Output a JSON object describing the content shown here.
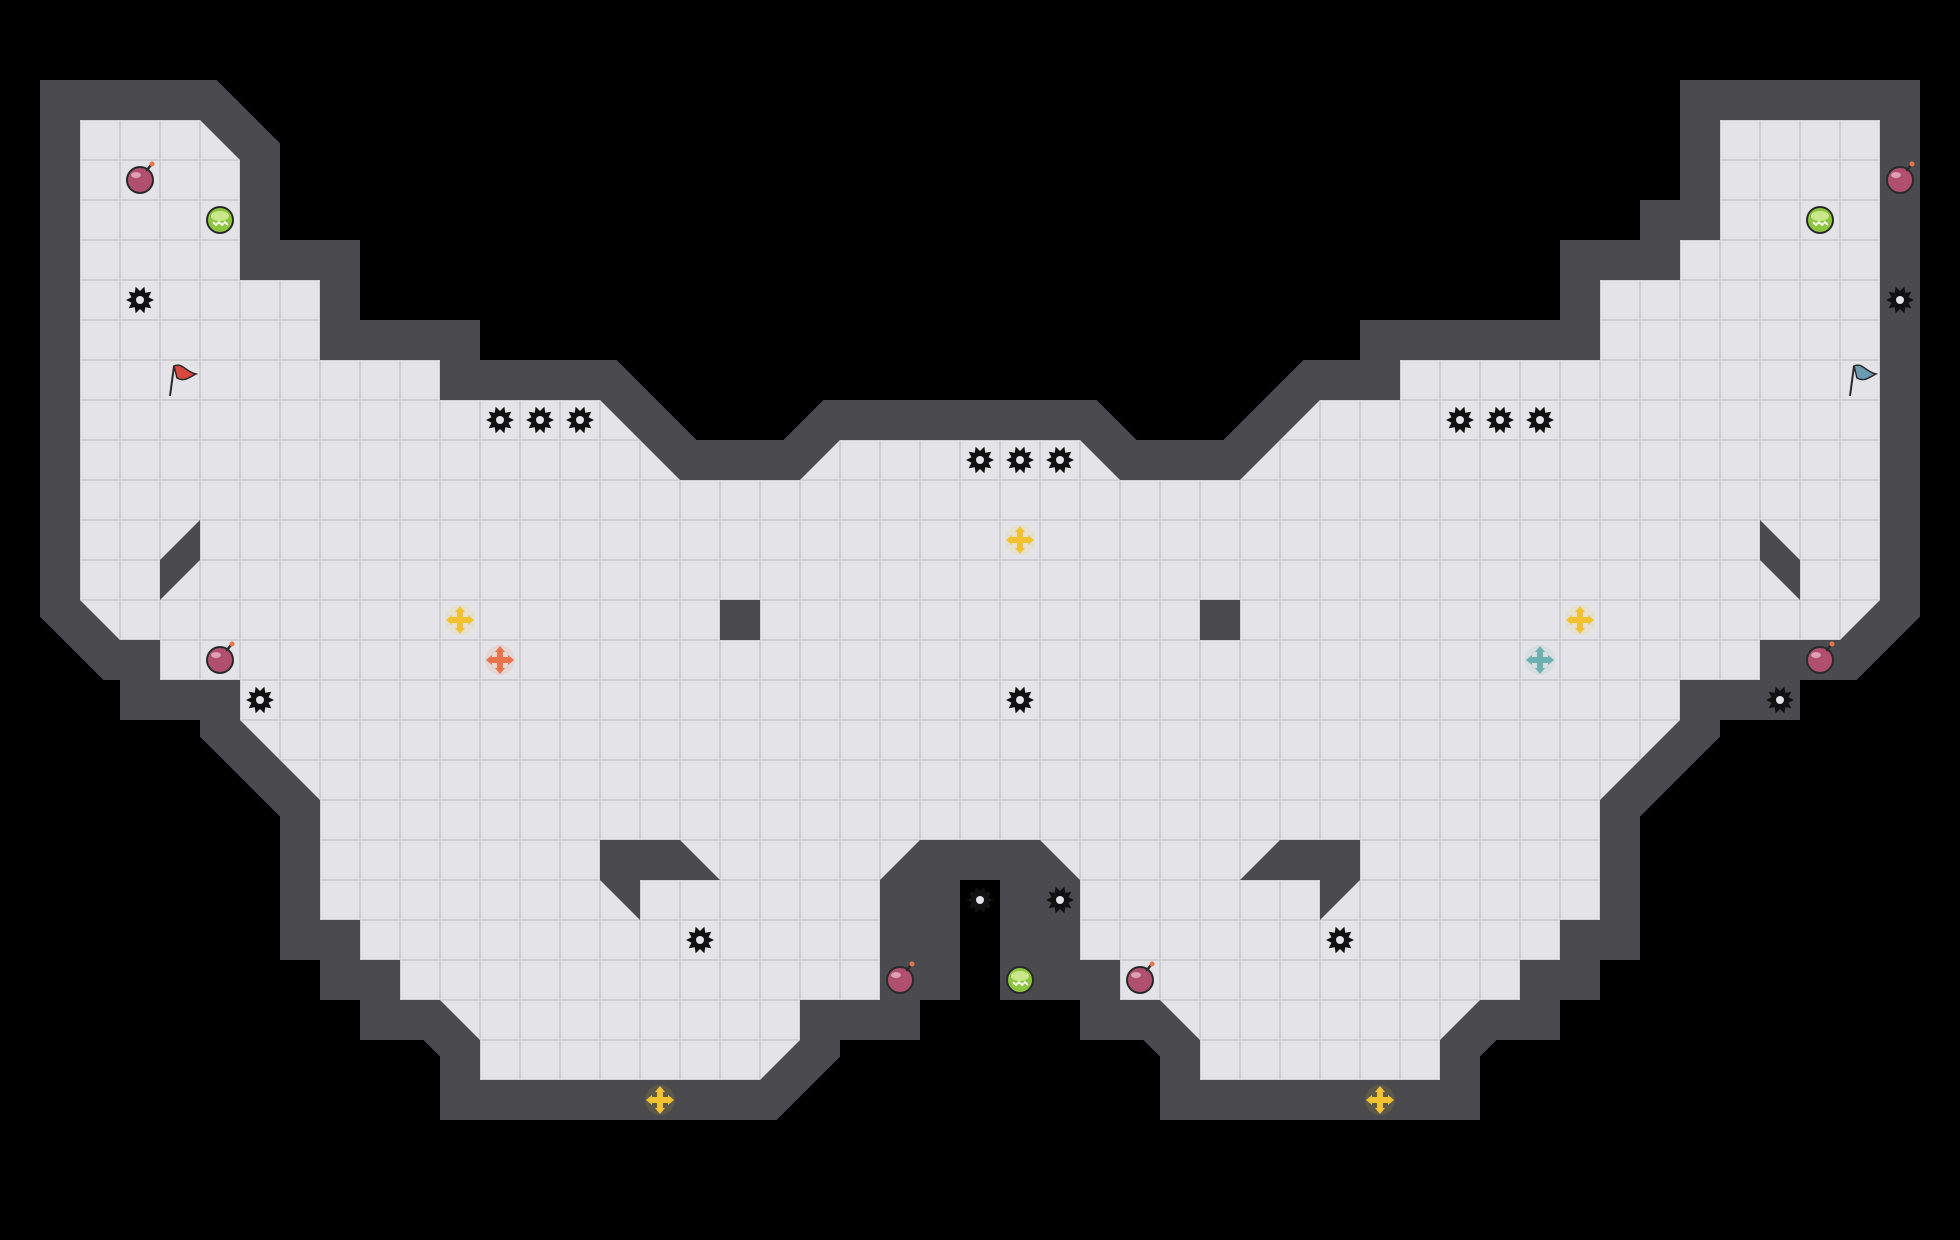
{
  "map": {
    "name": "",
    "floor_color": "#e4e4e8",
    "wall_color": "#4a4a4f",
    "grid_color": "#c6c6cc",
    "background_color": "#000000"
  },
  "flags": [
    {
      "team": "red",
      "color": "#d9473f",
      "icon": "flag-icon",
      "cell": [
        3,
        8
      ]
    },
    {
      "team": "blue",
      "color": "#6b9bb3",
      "icon": "flag-icon",
      "cell": [
        45,
        8
      ]
    }
  ],
  "team_tiles": [
    {
      "team": "red",
      "color": "#e8734a",
      "icon": "cross-arrows-icon",
      "cell": [
        11,
        15
      ]
    },
    {
      "team": "blue",
      "color": "#6db0b0",
      "icon": "cross-arrows-icon",
      "cell": [
        37,
        15
      ]
    }
  ],
  "speed_boosts": {
    "color": "#f2c230",
    "icon": "cross-arrows-icon",
    "cells": [
      [
        24,
        12
      ],
      [
        10,
        14
      ],
      [
        38,
        14
      ],
      [
        15,
        26
      ],
      [
        33,
        26
      ]
    ]
  },
  "spikes": {
    "color": "#111111",
    "icon": "spike-icon",
    "cells": [
      [
        2,
        6
      ],
      [
        46,
        6
      ],
      [
        11,
        9
      ],
      [
        12,
        9
      ],
      [
        13,
        9
      ],
      [
        35,
        9
      ],
      [
        36,
        9
      ],
      [
        37,
        9
      ],
      [
        23,
        10
      ],
      [
        24,
        10
      ],
      [
        25,
        10
      ],
      [
        5,
        16
      ],
      [
        24,
        16
      ],
      [
        43,
        16
      ],
      [
        23,
        21
      ],
      [
        25,
        21
      ],
      [
        16,
        22
      ],
      [
        32,
        22
      ]
    ]
  },
  "bombs": {
    "color": "#b0506e",
    "icon": "bomb-icon",
    "cells": [
      [
        2,
        3
      ],
      [
        46,
        3
      ],
      [
        4,
        15
      ],
      [
        44,
        15
      ],
      [
        21,
        23
      ],
      [
        27,
        23
      ]
    ]
  },
  "powerups": {
    "color": "#8cc63e",
    "icon": "powerup-icon",
    "cells": [
      [
        4,
        4
      ],
      [
        44,
        4
      ],
      [
        24,
        23
      ]
    ]
  }
}
